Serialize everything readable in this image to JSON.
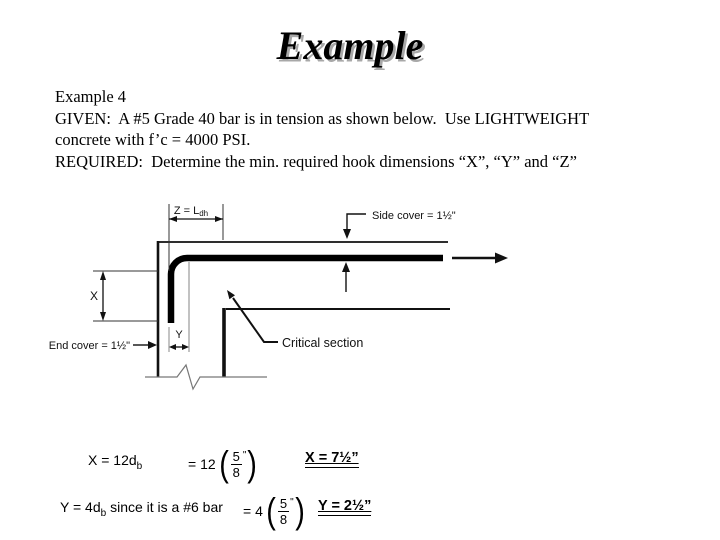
{
  "title": "Example",
  "intro": {
    "lines": [
      "Example 4",
      "GIVEN:  A #5 Grade 40 bar is in tension as shown below.  Use LIGHTWEIGHT",
      "concrete with f’c = 4000 PSI.",
      "REQUIRED:  Determine the min. required hook dimensions “X”, “Y” and “Z”"
    ]
  },
  "diagram": {
    "z_label": {
      "main": "Z = L",
      "sub": "dh"
    },
    "side_cover_label": "Side cover = 1½\"",
    "end_cover_label": "End cover = 1½\"",
    "critical_section_label": "Critical section",
    "x_label": "X",
    "y_label": "Y"
  },
  "equations": {
    "row1": {
      "lhs_main": "X = 12d",
      "lhs_sub": "b",
      "lhs_rest": "",
      "mid": "= 12",
      "frac_num": "5",
      "frac_den": "8",
      "unit": "\"",
      "result": "X = 7½”"
    },
    "row2": {
      "lhs_main": "Y = 4d",
      "lhs_sub": "b",
      "lhs_rest": " since it is a #6 bar",
      "mid": "= 4",
      "frac_num": "5",
      "frac_den": "8",
      "unit": "\"",
      "result": "Y = 2½”"
    }
  }
}
